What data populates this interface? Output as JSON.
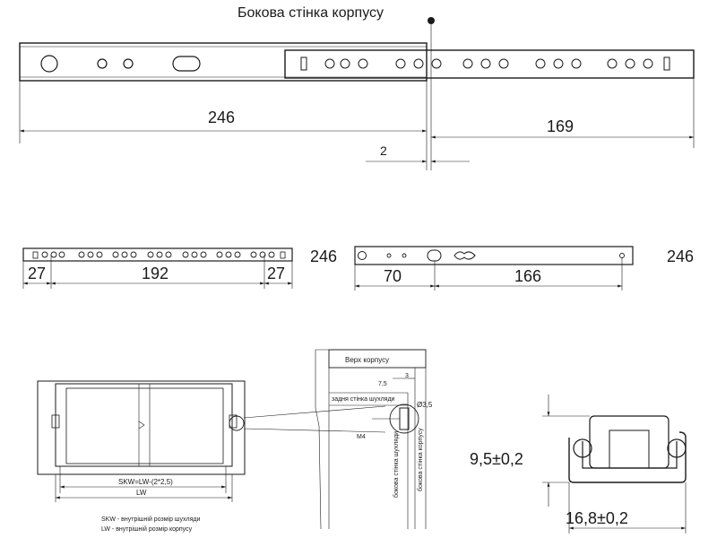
{
  "top": {
    "title": "Бокова стінка корпусу",
    "dim_left": "246",
    "dim_right": "169",
    "dim_gap": "2"
  },
  "middle": {
    "left_dim_a": "27",
    "left_dim_b": "192",
    "left_dim_c": "27",
    "left_total": "246",
    "right_dim_a": "70",
    "right_dim_b": "166",
    "right_total": "246"
  },
  "bottom_left": {
    "formula": "SKW=LW-(2*2,5)",
    "lw_label": "LW",
    "note_skw": "SKW - внутрішній розмір шухляди",
    "note_lw": "LW - внутрішній розмір корпусу"
  },
  "bottom_mid": {
    "top_label": "Верх корпусу",
    "back_label": "задня стінка шухляди",
    "dim_75": "7,5",
    "dim_3": "3",
    "hole": "Ø3,5",
    "screw": "M4",
    "drawer_side": "бокова стінка шухляди",
    "body_side": "бокова стінка корпусу"
  },
  "bottom_right": {
    "height": "9,5±0,2",
    "width": "16,8±0,2"
  }
}
